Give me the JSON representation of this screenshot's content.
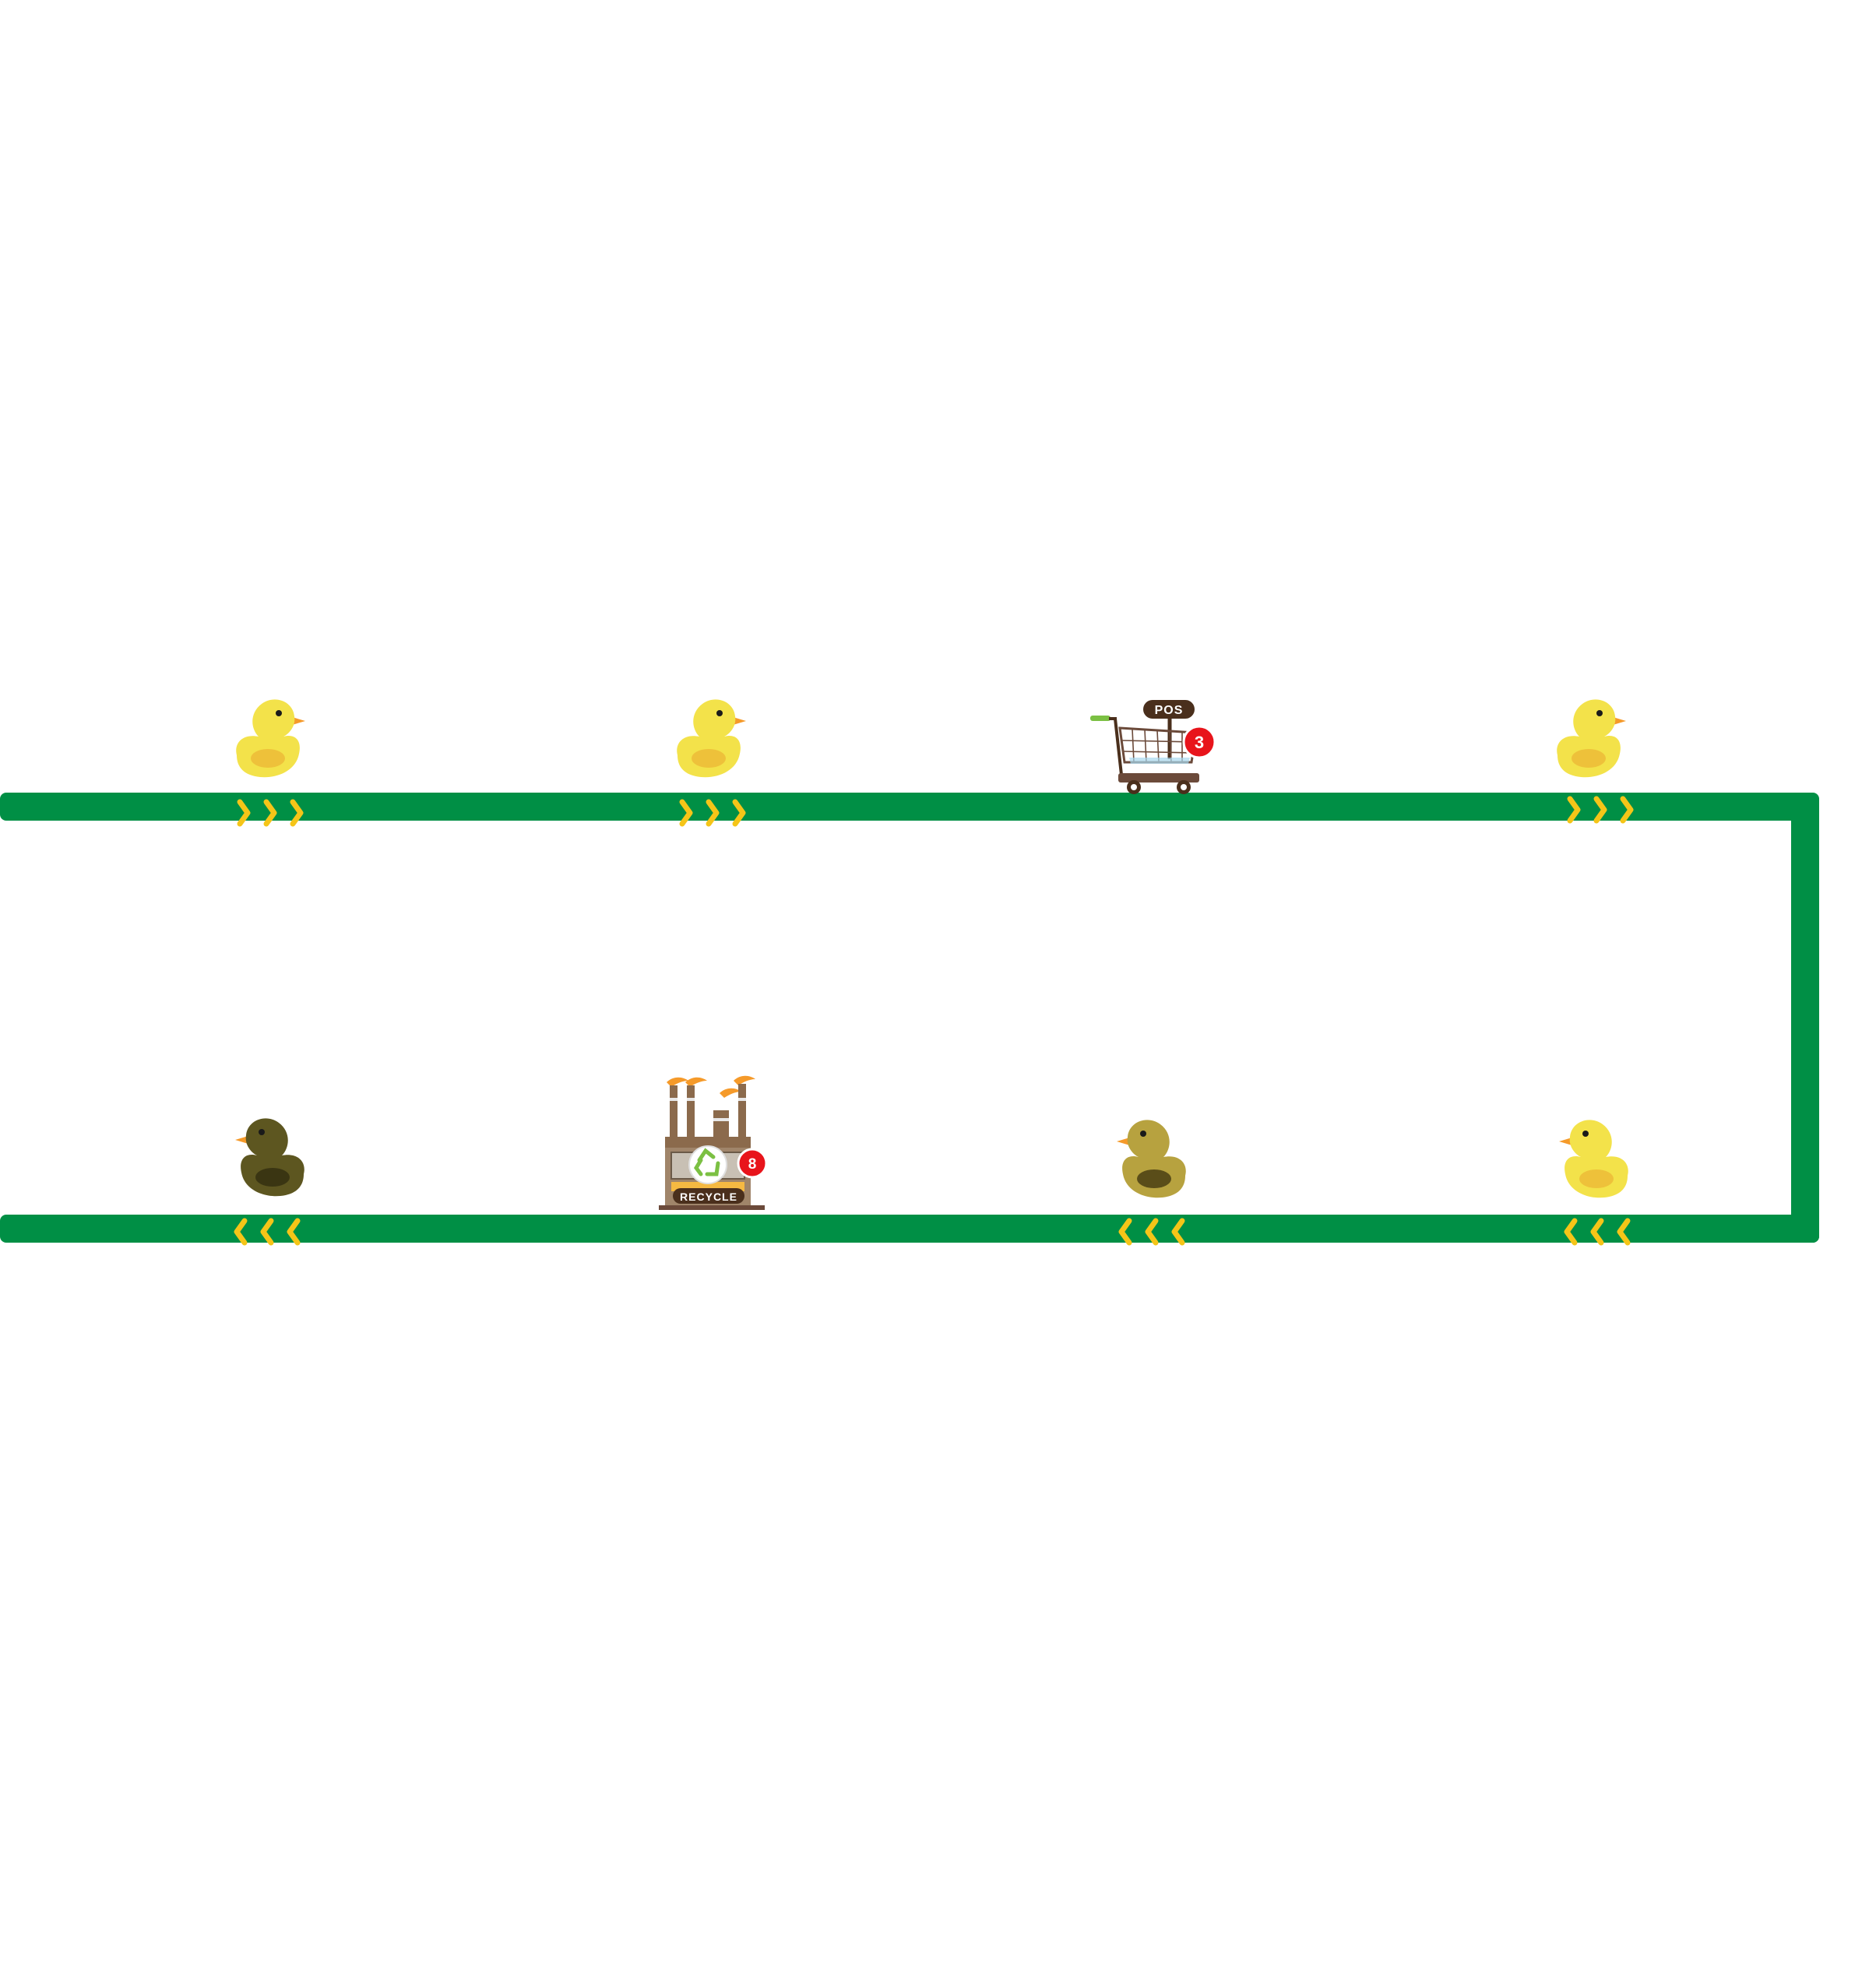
{
  "colors": {
    "track": "#008f45",
    "arrow": "#f5c518",
    "duck_clean": "#f3e24a",
    "duck_clean_wing": "#eec13a",
    "duck_dirty": "#5d5620",
    "duck_dirty_wing": "#3a3512",
    "duck_muddy": "#b7a23f",
    "duck_muddy_wing": "#5a4d19",
    "beak": "#f59a2a",
    "badge": "#e8141b",
    "sign_bg": "#4a2f1c"
  },
  "top_lane": {
    "direction": "right",
    "arrow_glyph": "chevron-right",
    "items": [
      {
        "type": "duck",
        "state": "clean"
      },
      {
        "type": "duck",
        "state": "clean"
      },
      {
        "type": "pos-cart"
      },
      {
        "type": "duck",
        "state": "clean"
      }
    ]
  },
  "bottom_lane": {
    "direction": "left",
    "arrow_glyph": "chevron-left",
    "items": [
      {
        "type": "duck",
        "state": "dirty"
      },
      {
        "type": "recycle-factory"
      },
      {
        "type": "duck",
        "state": "muddy"
      },
      {
        "type": "duck",
        "state": "clean"
      }
    ]
  },
  "pos_station": {
    "sign": "POS",
    "count": "3"
  },
  "recycle_station": {
    "sign": "RECYCLE",
    "count": "8"
  }
}
